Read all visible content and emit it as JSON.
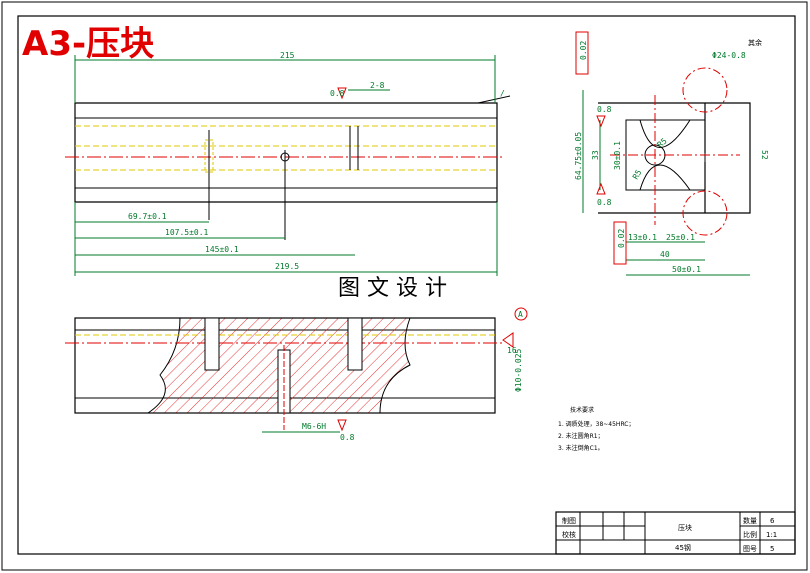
{
  "drawing": {
    "title": "A3-压块",
    "watermark": "图 文 设 计"
  },
  "front_view": {
    "dims": {
      "overall_length": "215",
      "slope_top": "2-8",
      "slope_sym": "0.8",
      "d1": "69.7±0.1",
      "d2": "107.5±0.1",
      "d3": "145±0.1",
      "d4": "219.5"
    }
  },
  "side_view": {
    "dims": {
      "circle_top": "Φ24-0.8",
      "label_other": "其余",
      "height_outer": "64.75±0.05",
      "height_mid": "33",
      "height_inner": "30±0.1",
      "right_height": "52",
      "hole_r": "R5",
      "width_left": "13±0.1",
      "width_right": "25±0.1",
      "width_40": "40",
      "width_50": "50±0.1",
      "frame_top": "0.02",
      "frame_bot": "0.02",
      "rough_top": "0.8",
      "rough_bot": "0.8",
      "r_small": "R5"
    }
  },
  "section_view": {
    "dims": {
      "thread": "M6-6H",
      "rough": "0.8",
      "datum": "A",
      "depth": "16",
      "dia": "Φ10-0.025"
    }
  },
  "tech_notes": {
    "heading": "技术要求",
    "items": [
      "1. 调质处理，38~45HRC；",
      "2. 未注圆角R1；",
      "3. 未注倒角C1。"
    ]
  },
  "title_block": {
    "drawn": "制图",
    "checked": "校核",
    "part_name": "压块",
    "material": "45钢",
    "qty_label": "数量",
    "qty": "6",
    "scale_label": "比例",
    "scale": "1:1",
    "no_label": "图号",
    "no": "5"
  }
}
